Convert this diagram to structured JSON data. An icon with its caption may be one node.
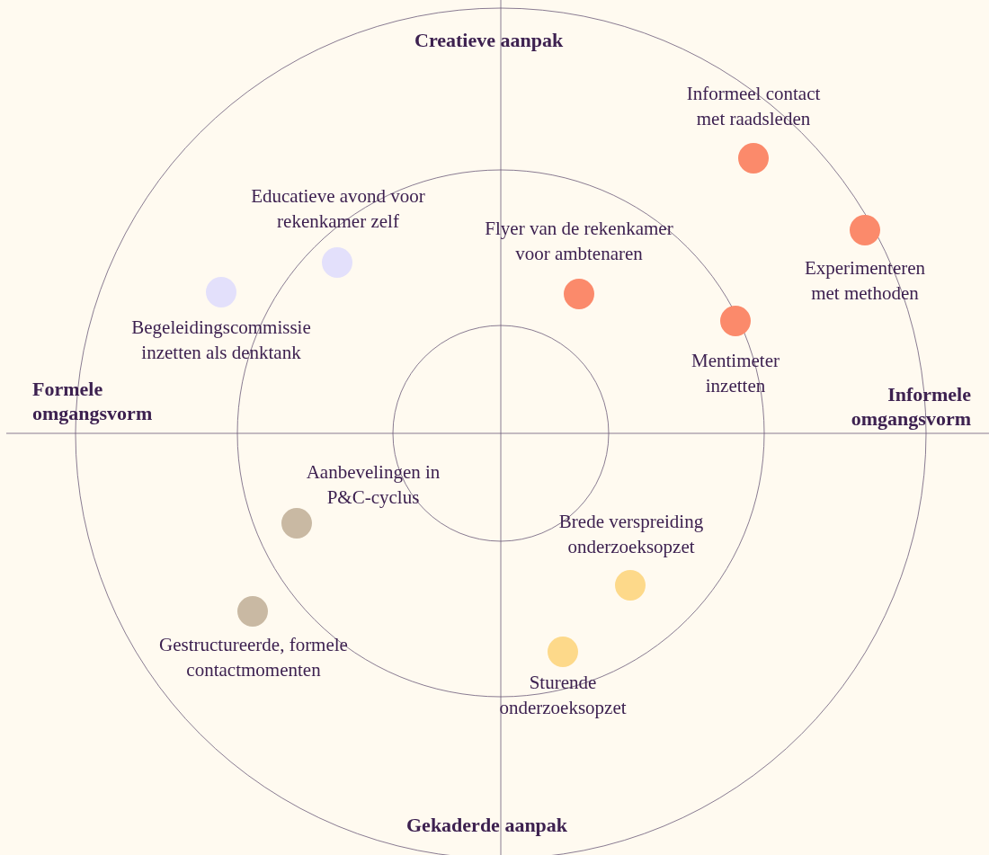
{
  "diagram": {
    "nodes": [
      {
        "text": [],
        "shape": "circle",
        "beside": [
          "Informeel contact met raadsleden"
        ]
      },
      {
        "text": [],
        "shape": "circle",
        "beside": [
          "Experimenteren met methoden"
        ]
      },
      {
        "text": [],
        "shape": "circle",
        "beside": [
          "Educatieve avond voor rekenkamer zelf"
        ]
      },
      {
        "text": [],
        "shape": "circle",
        "beside": [
          "Begeleidingscommissie inzetten als denktank"
        ]
      },
      {
        "text": [],
        "shape": "circle",
        "beside": [
          "Flyer van de rekenkamer voor ambtenaren"
        ]
      },
      {
        "text": [],
        "shape": "circle",
        "beside": [
          "Mentimeter inzetten"
        ]
      },
      {
        "text": [],
        "shape": "circle",
        "beside": [
          "Aanbevelingen in P&C-cyclus"
        ]
      },
      {
        "text": [],
        "shape": "circle",
        "beside": [
          "Brede verspreiding onderzoeksopzet"
        ]
      },
      {
        "text": [],
        "shape": "circle",
        "beside": [
          "Gestructureerde, formele contactmomenten"
        ]
      },
      {
        "text": [],
        "shape": "circle",
        "beside": [
          "Sturende onderzoeksopzet"
        ]
      }
    ],
    "labels": [
      "Creatieve aanpak",
      "Formele omgangsvorm",
      "Informele omgangsvorm",
      "Gekaderde aanpak"
    ]
  }
}
